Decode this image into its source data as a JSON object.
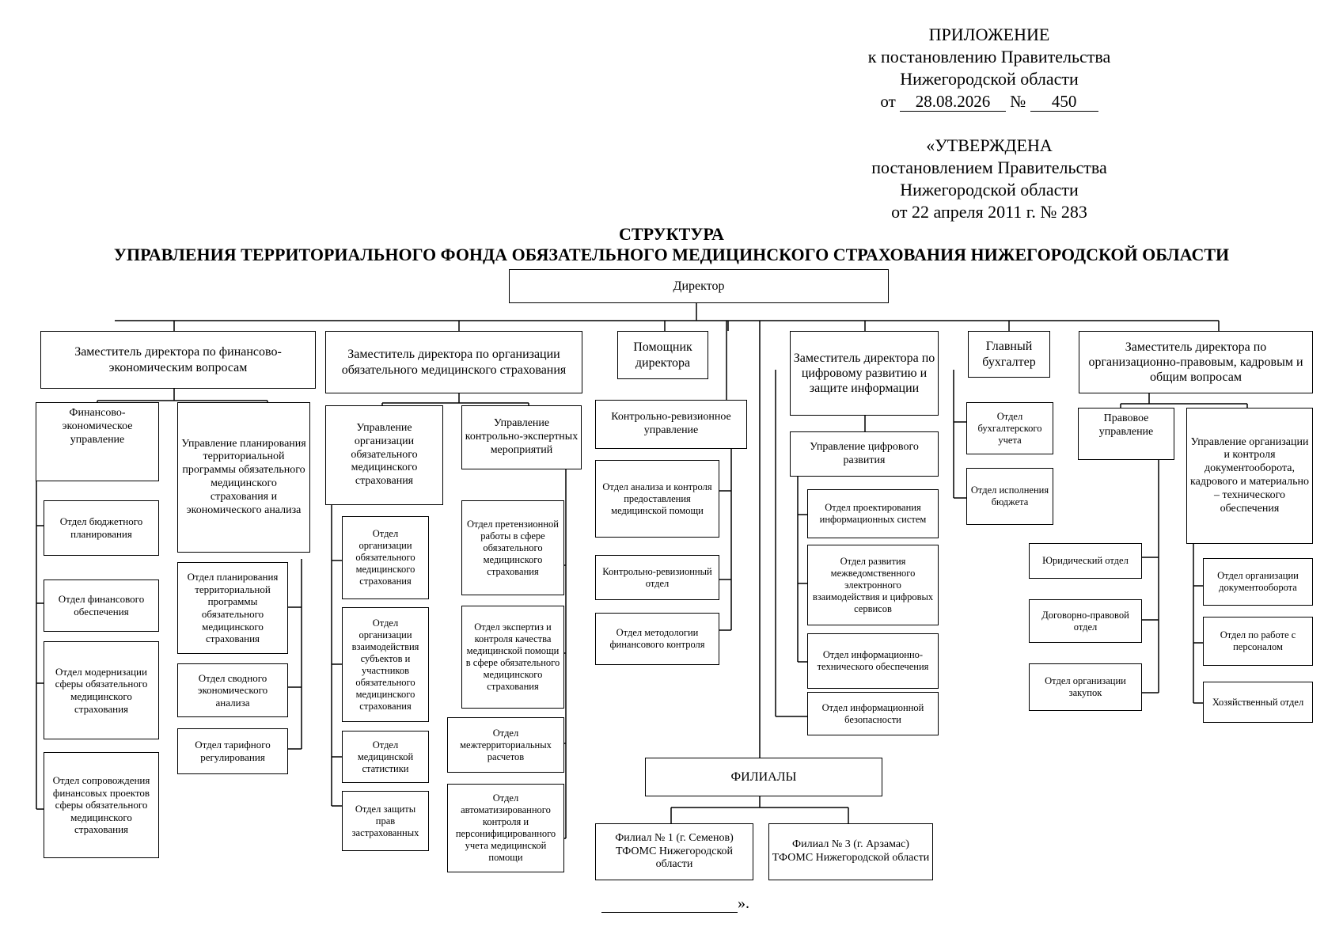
{
  "header": {
    "appendix": "ПРИЛОЖЕНИЕ",
    "to_resolution": "к постановлению Правительства",
    "region": "Нижегородской области",
    "from_label": "от",
    "date": "28.08.2026",
    "number_label": "№",
    "number": "450",
    "approved": "«УТВЕРЖДЕНА",
    "approved_by": "постановлением Правительства",
    "approved_region": "Нижегородской области",
    "approved_date": "от 22 апреля 2011 г. № 283"
  },
  "title": {
    "line1": "СТРУКТУРА",
    "line2": "УПРАВЛЕНИЯ ТЕРРИТОРИАЛЬНОГО ФОНДА ОБЯЗАТЕЛЬНОГО МЕДИЦИНСКОГО СТРАХОВАНИЯ НИЖЕГОРОДСКОЙ ОБЛАСТИ"
  },
  "director": "Директор",
  "deputy_fin": "Заместитель директора по финансово-экономическим вопросам",
  "fin_econ_dept": "Финансово-экономическое управление",
  "fin_units": [
    "Отдел бюджетного планирования",
    "Отдел финансового обеспечения",
    "Отдел модернизации сферы обязательного медицинского страхования",
    "Отдел сопровождения финансовых проектов сферы обязательного медицинского страхования"
  ],
  "planning_dept": "Управление планирования территориальной программы обязательного медицинского страхования и экономического анализа",
  "planning_units": [
    "Отдел планирования территориальной программы обязательного медицинского страхования",
    "Отдел сводного экономического анализа",
    "Отдел тарифного регулирования"
  ],
  "deputy_oms": "Заместитель директора по организации обязательного медицинского страхования",
  "oms_org_dept": "Управление организации обязательного медицинского страхования",
  "oms_org_units": [
    "Отдел организации обязательного медицинского страхования",
    "Отдел организации взаимодействия субъектов и участников обязательного медицинского страхования",
    "Отдел медицинской статистики",
    "Отдел защиты прав застрахованных"
  ],
  "control_expert_dept": "Управление контрольно-экспертных мероприятий",
  "control_expert_units": [
    "Отдел претензионной работы в сфере обязательного медицинского страхования",
    "Отдел экспертиз и контроля качества медицинской помощи в сфере обязательного медицинского страхования",
    "Отдел межтерриториальных расчетов",
    "Отдел автоматизированного контроля и персонифицированного учета медицинской помощи"
  ],
  "assistant": "Помощник директора",
  "audit_dept": "Контрольно-ревизионное управление",
  "audit_units": [
    "Отдел анализа и контроля предоставления медицинской помощи",
    "Контрольно-ревизионный отдел",
    "Отдел методологии финансового контроля"
  ],
  "deputy_digital": "Заместитель директора по цифровому развитию и защите информации",
  "digital_dept": "Управление цифрового развития",
  "digital_units": [
    "Отдел проектирования информационных систем",
    "Отдел развития межведомственного электронного взаимодействия и цифровых сервисов",
    "Отдел информационно-технического обеспечения",
    "Отдел информационной безопасности"
  ],
  "chief_accountant": "Главный бухгалтер",
  "accountant_units": [
    "Отдел бухгалтерского учета",
    "Отдел исполнения бюджета"
  ],
  "deputy_legal": "Заместитель директора по организационно-правовым, кадровым и общим вопросам",
  "legal_dept": "Правовое управление",
  "legal_units": [
    "Юридический отдел",
    "Договорно-правовой отдел",
    "Отдел организации закупок"
  ],
  "docflow_dept": "Управление организации и контроля документооборота, кадрового и материально – технического обеспечения",
  "docflow_units": [
    "Отдел организации документооборота",
    "Отдел по работе с персоналом",
    "Хозяйственный отдел"
  ],
  "branches": "ФИЛИАЛЫ",
  "branch_units": [
    "Филиал № 1 (г. Семенов) ТФОМС Нижегородской области",
    "Филиал № 3 (г. Арзамас) ТФОМС Нижегородской области"
  ],
  "closing_mark": "»."
}
